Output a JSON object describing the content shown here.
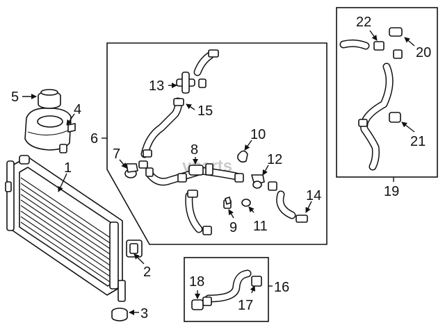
{
  "watermark": "vparts",
  "callouts": {
    "c1": "1",
    "c2": "2",
    "c3": "3",
    "c4": "4",
    "c5": "5",
    "c6": "6",
    "c7": "7",
    "c8": "8",
    "c9": "9",
    "c10": "10",
    "c11": "11",
    "c12": "12",
    "c13": "13",
    "c14": "14",
    "c15": "15",
    "c16": "16",
    "c17": "17",
    "c18": "18",
    "c19": "19",
    "c20": "20",
    "c21": "21",
    "c22": "22"
  }
}
